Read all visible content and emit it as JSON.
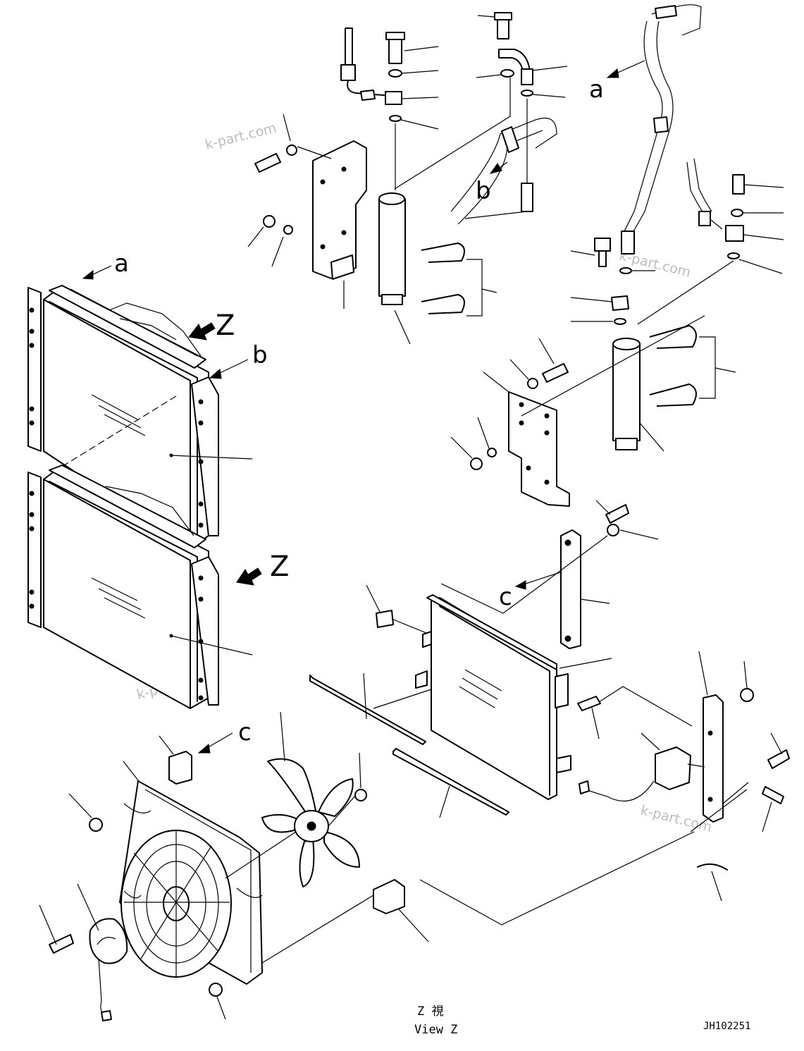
{
  "drawing_code": "JH102251",
  "view_caption": {
    "line1": "Z  視",
    "line2": "View Z"
  },
  "callouts": {
    "a": "a",
    "b": "b",
    "c": "c",
    "z": "Z"
  },
  "watermark": "k-part.com"
}
